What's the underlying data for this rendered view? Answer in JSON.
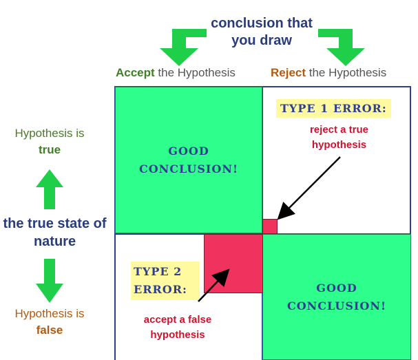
{
  "header": {
    "title": "conclusion that you draw",
    "accept": {
      "strong": "Accept",
      "rest": " the Hypothesis"
    },
    "reject": {
      "strong": "Reject",
      "rest": " the Hypothesis"
    }
  },
  "side": {
    "true_prefix": "Hypothesis is ",
    "true_word": "true",
    "state_label": "the true state of nature",
    "false_prefix": "Hypothesis is ",
    "false_word": "false"
  },
  "cells": {
    "good_top": "GOOD CONCLUSION!",
    "good_bottom": "GOOD CONCLUSION!",
    "type1_label": "TYPE 1 ERROR:",
    "type1_desc": "reject a true hypothesis",
    "type2_label": "TYPE 2 ERROR:",
    "type2_desc": "accept a false hypothesis"
  },
  "colors": {
    "arrow_green": "#1fcf4a",
    "good_fill": "#2eff8c",
    "error_fill": "#f0325f",
    "label_bg": "#fffaa0",
    "frame": "#2e3f8f"
  }
}
